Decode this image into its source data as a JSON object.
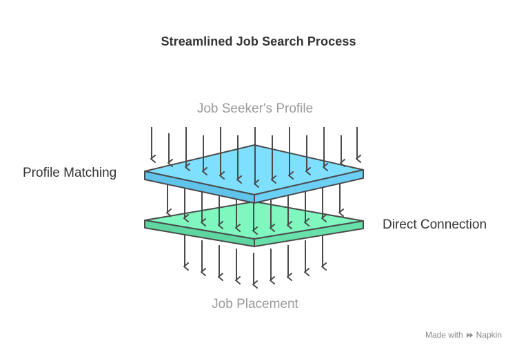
{
  "diagram": {
    "title": "Streamlined Job Search Process",
    "labels": {
      "top": "Job Seeker's Profile",
      "left": "Profile Matching",
      "right": "Direct Connection",
      "bottom": "Job Placement"
    },
    "layers": [
      {
        "name": "Profile Matching",
        "color": "#7fdfff"
      },
      {
        "name": "Direct Connection",
        "color": "#7ff7bf"
      }
    ],
    "colors": {
      "stroke": "#4a4a4a",
      "text": "#333333",
      "muted_text": "#9a9a9a"
    }
  },
  "watermark": {
    "prefix": "Made with",
    "brand": "Napkin",
    "icon": "napkin-logo-icon"
  }
}
